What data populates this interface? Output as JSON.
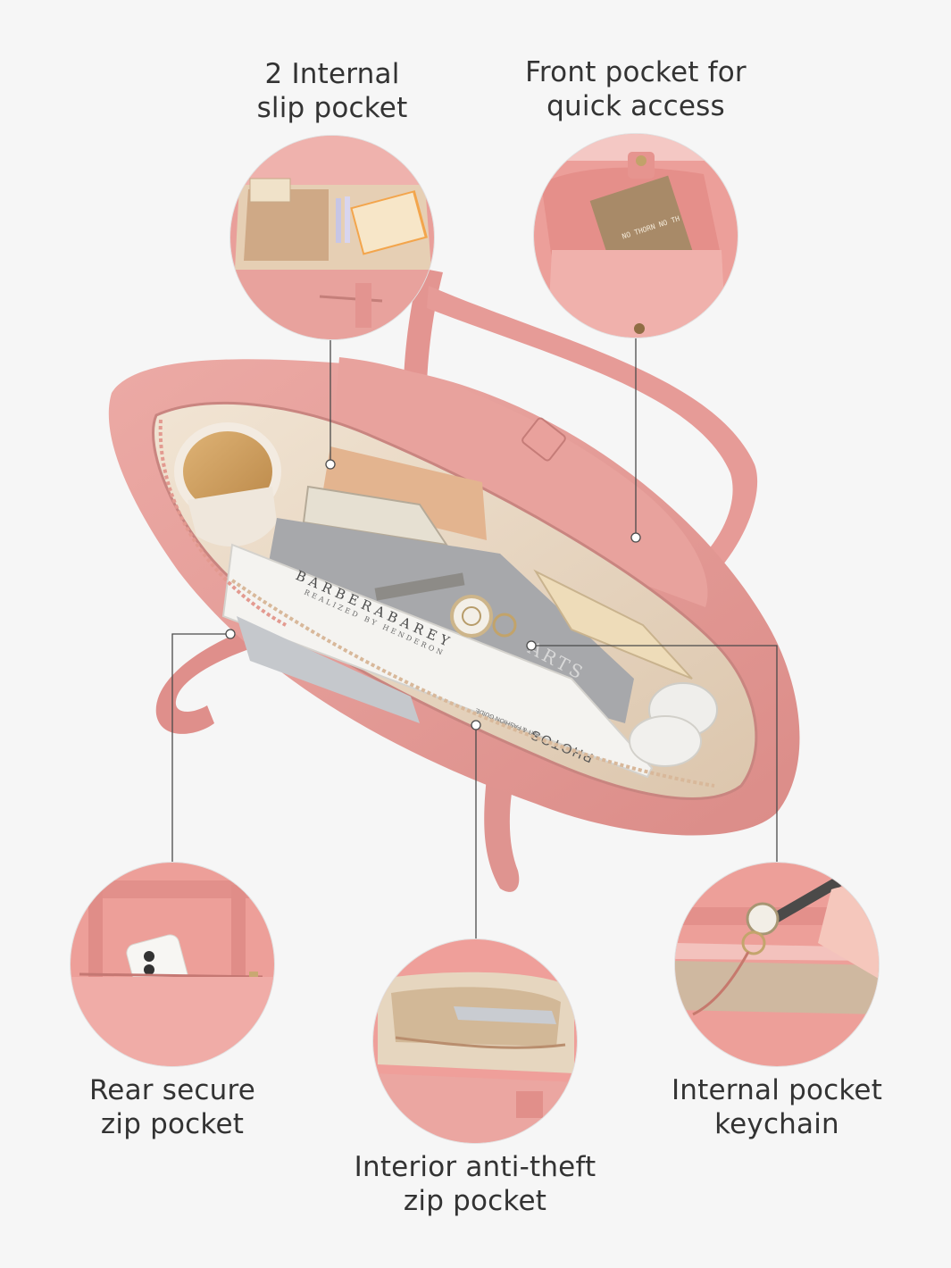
{
  "callouts": {
    "internal_slip": {
      "line1": "2 Internal",
      "line2": "slip pocket"
    },
    "front_pocket": {
      "line1": "Front pocket for",
      "line2": "quick access"
    },
    "rear_zip": {
      "line1": "Rear secure",
      "line2": "zip pocket"
    },
    "interior_zip": {
      "line1": "Interior anti-theft",
      "line2": "zip pocket"
    },
    "keychain": {
      "line1": "Internal  pocket",
      "line2": "keychain"
    }
  },
  "product_text": {
    "book_title": "BARBERABAREY",
    "book_subtitle": "REALIZED BY HENDERON",
    "book_spine": "ART & FASHION GUIDE",
    "book_photos": "PHOTOS",
    "book_arts": "ARTS",
    "notebook_text": "NO THORN NO TH"
  },
  "colors": {
    "background": "#f6f6f6",
    "leather": "#e79a96",
    "leather_dark": "#cf7f7b",
    "lining": "#e8d6c0",
    "leader_line": "#4a4a4a"
  }
}
